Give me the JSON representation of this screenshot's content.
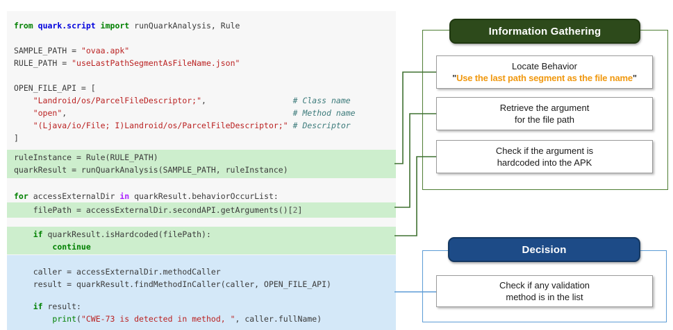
{
  "colors": {
    "code_bg": "#f7f7f7",
    "hl_green": "#cdeecd",
    "hl_blue": "#d4e8f8",
    "line_green": "#3f7030",
    "container_green": "#4e7d33",
    "header_green": "#2d4a1b",
    "header_green_border": "#1f3810",
    "line_blue": "#5b9bd5",
    "header_blue": "#1d4b87",
    "header_blue_border": "#143862",
    "orange": "#f0980f"
  },
  "syntax": {
    "keyword": "#008000",
    "namespace": "#0000dd",
    "operator_word": "#AA22FF",
    "string": "#BA2121",
    "comment": "#3D7B7B",
    "builtin": "#008000",
    "number": "#666666",
    "plain": "#3a3a3a"
  },
  "code": {
    "rows": [
      {
        "h": 12
      },
      {
        "t": [
          [
            "k",
            "from"
          ],
          [
            "p",
            " "
          ],
          [
            "nn",
            "quark.script"
          ],
          [
            "p",
            " "
          ],
          [
            "k",
            "import"
          ],
          [
            "p",
            " runQuarkAnalysis, Rule"
          ]
        ]
      },
      {
        "h": 18
      },
      {
        "t": [
          [
            "p",
            "SAMPLE_PATH = "
          ],
          [
            "s",
            "\"ovaa.apk\""
          ]
        ]
      },
      {
        "t": [
          [
            "p",
            "RULE_PATH = "
          ],
          [
            "s",
            "\"useLastPathSegmentAsFileName.json\""
          ]
        ]
      },
      {
        "h": 18
      },
      {
        "t": [
          [
            "p",
            "OPEN_FILE_API = ["
          ]
        ]
      },
      {
        "t": [
          [
            "p",
            "    "
          ],
          [
            "s",
            "\"Landroid/os/ParcelFileDescriptor;\""
          ],
          [
            "p",
            ",                  "
          ],
          [
            "c",
            "# Class name"
          ]
        ]
      },
      {
        "t": [
          [
            "p",
            "    "
          ],
          [
            "s",
            "\"open\""
          ],
          [
            "p",
            ",                                               "
          ],
          [
            "c",
            "# Method name"
          ]
        ]
      },
      {
        "t": [
          [
            "p",
            "    "
          ],
          [
            "s",
            "\"(Ljava/io/File; I)Landroid/os/ParcelFileDescriptor;\""
          ],
          [
            "p",
            " "
          ],
          [
            "c",
            "# Descriptor"
          ]
        ]
      },
      {
        "t": [
          [
            "p",
            "]"
          ]
        ]
      },
      {
        "h": 8
      },
      {
        "h": 2,
        "bg": "g"
      },
      {
        "bg": "g",
        "t": [
          [
            "p",
            "ruleInstance = Rule(RULE_PATH)"
          ]
        ]
      },
      {
        "bg": "g",
        "t": [
          [
            "p",
            "quarkResult = runQuarkAnalysis(SAMPLE_PATH, ruleInstance)"
          ]
        ]
      },
      {
        "h": 3,
        "bg": "g"
      },
      {
        "h": 17
      },
      {
        "t": [
          [
            "k",
            "for"
          ],
          [
            "p",
            " accessExternalDir "
          ],
          [
            "ow",
            "in"
          ],
          [
            "p",
            " quarkResult.behaviorOccurList:"
          ]
        ]
      },
      {
        "h": 2,
        "bg": "g"
      },
      {
        "bg": "g",
        "t": [
          [
            "p",
            "    filePath = accessExternalDir.secondAPI.getArguments()["
          ],
          [
            "m",
            "2"
          ],
          [
            "p",
            "]"
          ]
        ]
      },
      {
        "h": 2,
        "bg": "g"
      },
      {
        "h": 13
      },
      {
        "h": 2,
        "bg": "g"
      },
      {
        "bg": "g",
        "t": [
          [
            "p",
            "    "
          ],
          [
            "k",
            "if"
          ],
          [
            "p",
            " quarkResult.isHardcoded(filePath):"
          ]
        ]
      },
      {
        "bg": "g",
        "t": [
          [
            "p",
            "        "
          ],
          [
            "k",
            "continue"
          ]
        ]
      },
      {
        "h": 2,
        "bg": "g"
      },
      {
        "h": 1
      },
      {
        "h": 15,
        "bg": "b"
      },
      {
        "bg": "b",
        "t": [
          [
            "p",
            "    caller = accessExternalDir.methodCaller"
          ]
        ]
      },
      {
        "bg": "b",
        "t": [
          [
            "p",
            "    result = quarkResult.findMethodInCaller(caller, OPEN_FILE_API)"
          ]
        ]
      },
      {
        "h": 14,
        "bg": "b"
      },
      {
        "bg": "b",
        "t": [
          [
            "p",
            "    "
          ],
          [
            "k",
            "if"
          ],
          [
            "p",
            " result:"
          ]
        ]
      },
      {
        "bg": "b",
        "t": [
          [
            "p",
            "        "
          ],
          [
            "nb",
            "print"
          ],
          [
            "p",
            "("
          ],
          [
            "s",
            "\"CWE-73 is detected in method, \""
          ],
          [
            "p",
            ", caller.fullName)"
          ]
        ]
      },
      {
        "h": 20,
        "bg": "b"
      }
    ]
  },
  "flowchart": {
    "quote_mark": "\"",
    "info_gathering": {
      "title": "Information Gathering",
      "boxes": [
        {
          "line1": "Locate Behavior",
          "line2": "Use the last path segment as the file name"
        },
        {
          "line1": "Retrieve the argument",
          "line2": "for the file path"
        },
        {
          "line1": "Check if the argument is",
          "line2": "hardcoded into the APK"
        }
      ]
    },
    "decision": {
      "title": "Decision",
      "boxes": [
        {
          "line1": "Check if any validation",
          "line2": "method is in the list"
        }
      ]
    }
  }
}
